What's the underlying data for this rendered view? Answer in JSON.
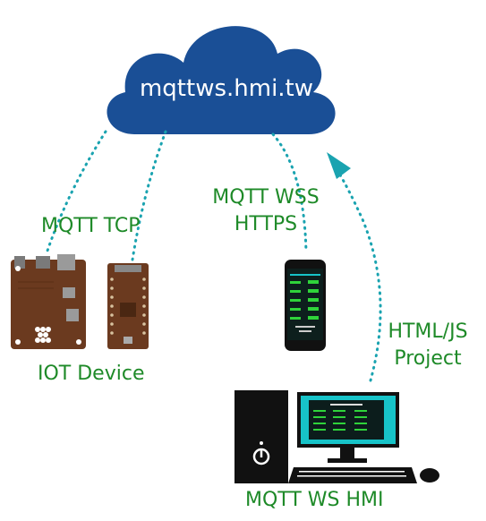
{
  "cloud": {
    "label": "mqttws.hmi.tw"
  },
  "labels": {
    "mqtt_tcp": "MQTT TCP",
    "mqtt_wss_line1": "MQTT WSS",
    "mqtt_wss_line2": "HTTPS",
    "html_js_line1": "HTML/JS",
    "html_js_line2": "Project",
    "iot_device": "IOT Device",
    "mqtt_ws_hmi": "MQTT WS HMI"
  },
  "colors": {
    "cloud": "#1a4f96",
    "connector": "#1aa3b0",
    "label": "#1e8a28",
    "board": "#6b3a1f",
    "device_body": "#111111",
    "screen_accent": "#17c3c8"
  }
}
